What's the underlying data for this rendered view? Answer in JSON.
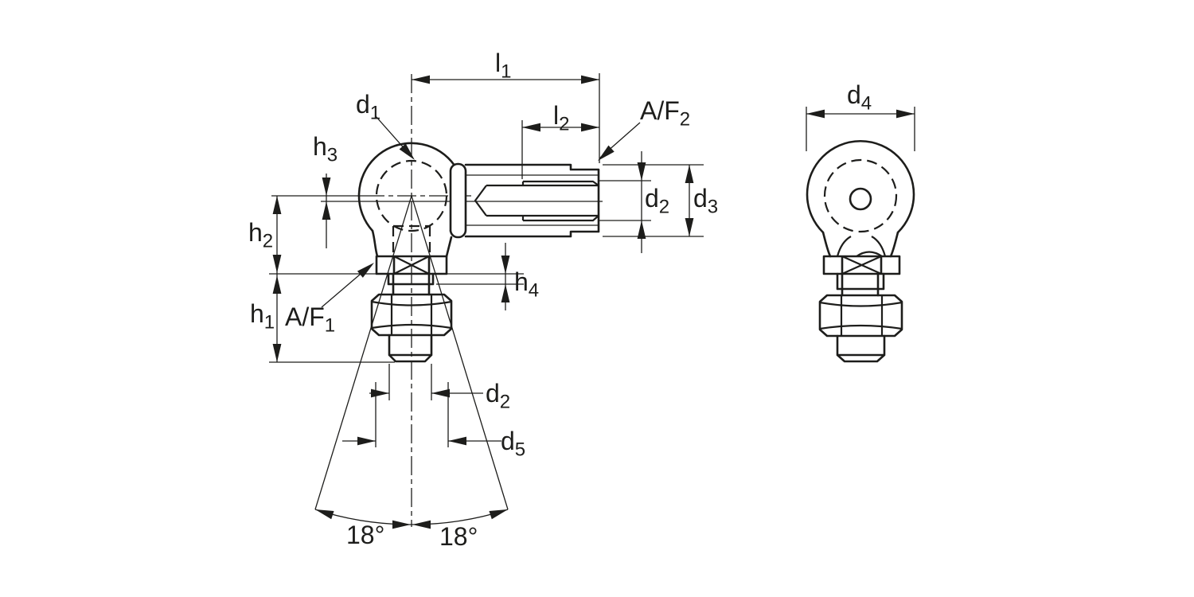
{
  "drawing": {
    "colors": {
      "line": "#1d1d1b",
      "background": "#ffffff"
    },
    "labels": {
      "l1": {
        "base": "l",
        "sub": "1"
      },
      "l2": {
        "base": "l",
        "sub": "2"
      },
      "d1": {
        "base": "d",
        "sub": "1"
      },
      "d2_side": {
        "base": "d",
        "sub": "2"
      },
      "d3": {
        "base": "d",
        "sub": "3"
      },
      "d4": {
        "base": "d",
        "sub": "4"
      },
      "d2_bottom": {
        "base": "d",
        "sub": "2"
      },
      "d5": {
        "base": "d",
        "sub": "5"
      },
      "h1": {
        "base": "h",
        "sub": "1"
      },
      "h2": {
        "base": "h",
        "sub": "2"
      },
      "h3": {
        "base": "h",
        "sub": "3"
      },
      "h4": {
        "base": "h",
        "sub": "4"
      },
      "af1": {
        "base": "A/F",
        "sub": "1"
      },
      "af2": {
        "base": "A/F",
        "sub": "2"
      },
      "angle_left": {
        "text": "18°"
      },
      "angle_right": {
        "text": "18°"
      }
    }
  }
}
